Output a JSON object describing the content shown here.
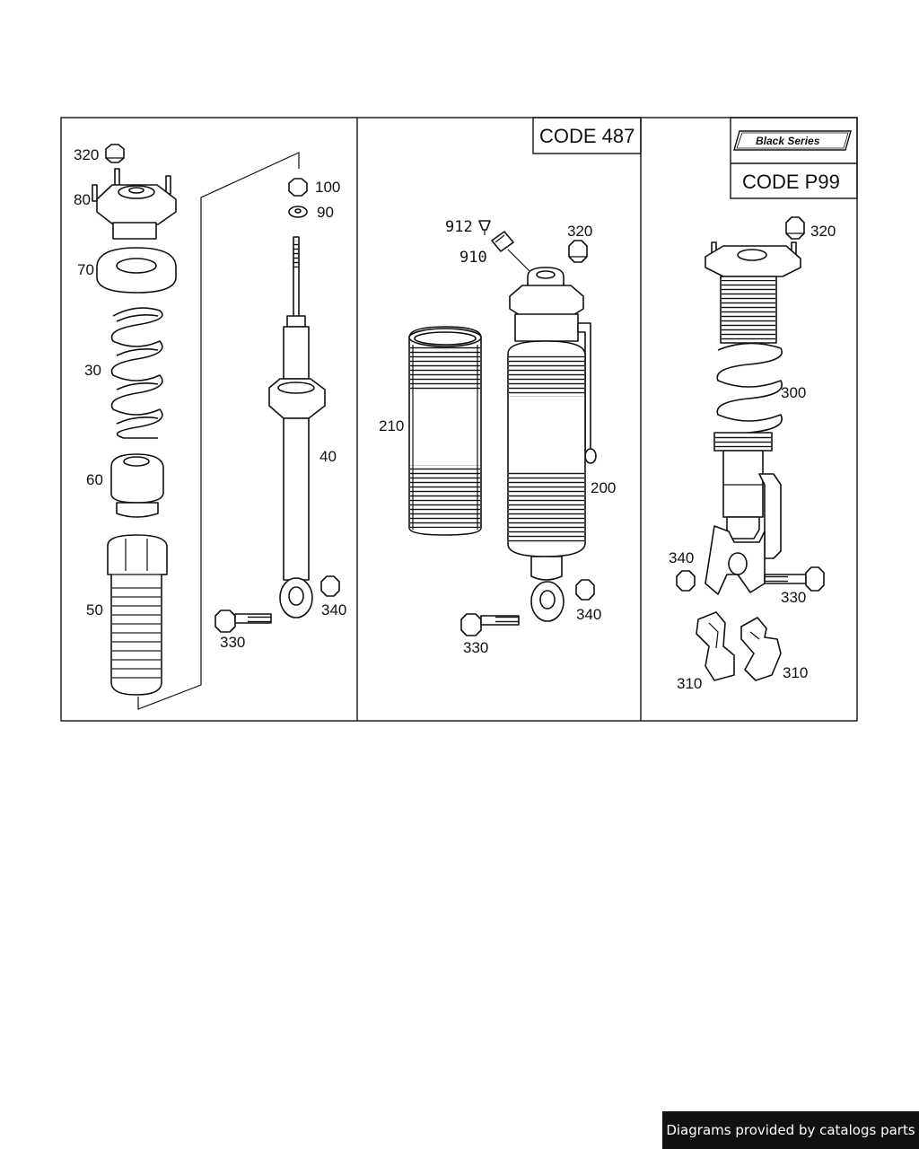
{
  "panels": {
    "left": {
      "callouts": [
        "320",
        "80",
        "70",
        "30",
        "60",
        "50",
        "100",
        "90",
        "40",
        "330",
        "340"
      ]
    },
    "middle": {
      "code_label": "CODE 487",
      "callouts": [
        "912",
        "910",
        "320",
        "210",
        "200",
        "330",
        "340"
      ]
    },
    "right": {
      "badge_label": "Black Series",
      "code_label": "CODE P99",
      "callouts": [
        "320",
        "300",
        "340",
        "330",
        "310",
        "310"
      ]
    }
  },
  "footer": {
    "text": "Diagrams provided by catalogs parts"
  }
}
